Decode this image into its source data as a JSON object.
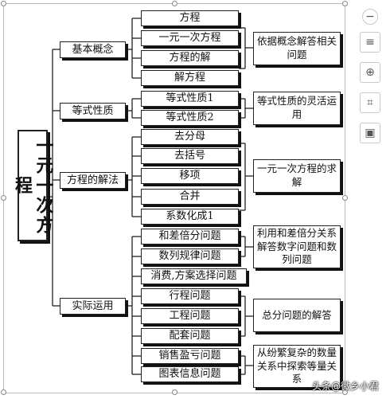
{
  "root": "一元一次方程",
  "groups": [
    {
      "label": "基本概念",
      "items": [
        "方程",
        "一元一次方程",
        "方程的解",
        "解方程"
      ],
      "note": "依据概念解答相关问题"
    },
    {
      "label": "等式性质",
      "items": [
        "等式性质1",
        "等式性质2"
      ],
      "note": "等式性质的灵活运用"
    },
    {
      "label": "方程的解法",
      "items": [
        "去分母",
        "去括号",
        "移项",
        "合并",
        "系数化成1"
      ],
      "note": "一元一次方程的求解"
    },
    {
      "label": "实际运用",
      "items": [
        "和差倍分问题",
        "数列规律问题",
        "消费,方案选择问题",
        "行程问题",
        "工程问题",
        "配套问题",
        "销售盈亏问题",
        "图表信息问题"
      ],
      "notes": [
        "利用和差倍分关系解答数字问题和数列问题",
        "总分问题的解答",
        "从纷繁复杂的数量关系中探索等量关系"
      ]
    }
  ],
  "toolbar": {
    "minus": "−",
    "layout": "≡",
    "zoom": "⊕",
    "crop": "⌗",
    "image": "▣"
  },
  "watermark": "头条@微乡小君"
}
